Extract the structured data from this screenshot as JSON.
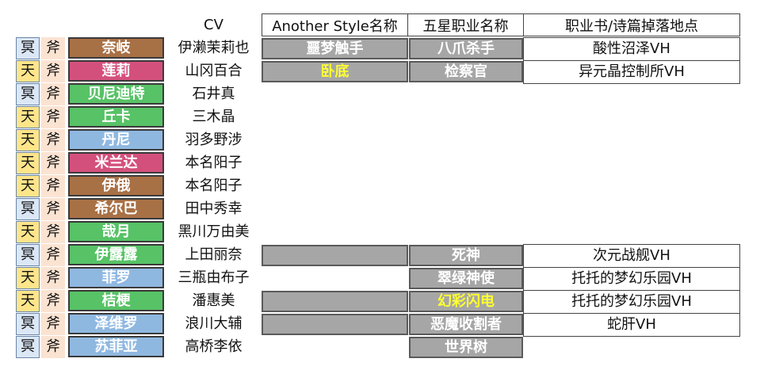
{
  "headers": {
    "cv": "CV",
    "another_style": "Another Style名称",
    "five_star_class": "五星职业名称",
    "drop_location": "职业书/诗篇掉落地点"
  },
  "colors": {
    "brown": "#a87045",
    "pink": "#d4507c",
    "green": "#57c266",
    "blue": "#8fb8e0",
    "gray_cell": "#a6a6a6",
    "highlight_text": "#ffff33"
  },
  "rows": [
    {
      "element": "冥",
      "element_type": "dark",
      "weapon": "斧",
      "name": "奈岐",
      "color": "brown",
      "cv": "伊濑茉莉也",
      "as_name": "噩梦触手",
      "as_yellow": false,
      "class_name": "八爪杀手",
      "class_yellow": false,
      "location": "酸性沼泽VH"
    },
    {
      "element": "天",
      "element_type": "sky",
      "weapon": "斧",
      "name": "莲莉",
      "color": "pink",
      "cv": "山冈百合",
      "as_name": "卧底",
      "as_yellow": true,
      "class_name": "检察官",
      "class_yellow": false,
      "location": "异元晶控制所VH"
    },
    {
      "element": "冥",
      "element_type": "dark",
      "weapon": "斧",
      "name": "贝尼迪特",
      "color": "green",
      "cv": "石井真"
    },
    {
      "element": "天",
      "element_type": "sky",
      "weapon": "斧",
      "name": "丘卡",
      "color": "green",
      "cv": "三木晶"
    },
    {
      "element": "天",
      "element_type": "sky",
      "weapon": "斧",
      "name": "丹尼",
      "color": "blue",
      "cv": "羽多野涉"
    },
    {
      "element": "天",
      "element_type": "sky",
      "weapon": "斧",
      "name": "米兰达",
      "color": "pink",
      "cv": "本名阳子"
    },
    {
      "element": "天",
      "element_type": "sky",
      "weapon": "斧",
      "name": "伊俄",
      "color": "brown",
      "cv": "本名阳子"
    },
    {
      "element": "冥",
      "element_type": "dark",
      "weapon": "斧",
      "name": "希尔巴",
      "color": "brown",
      "cv": "田中秀幸"
    },
    {
      "element": "天",
      "element_type": "sky",
      "weapon": "斧",
      "name": "哉月",
      "color": "green",
      "cv": "黑川万由美"
    },
    {
      "element": "冥",
      "element_type": "dark",
      "weapon": "斧",
      "name": "伊露露",
      "color": "green",
      "cv": "上田丽奈",
      "as_empty_gray": true,
      "class_name": "死神",
      "class_yellow": false,
      "location": "次元战舰VH"
    },
    {
      "element": "天",
      "element_type": "sky",
      "weapon": "斧",
      "name": "菲罗",
      "color": "blue",
      "cv": "三瓶由布子",
      "class_name": "翠绿神使",
      "class_yellow": false,
      "location": "托托的梦幻乐园VH"
    },
    {
      "element": "天",
      "element_type": "sky",
      "weapon": "斧",
      "name": "桔梗",
      "color": "green",
      "cv": "潘惠美",
      "as_empty_gray": true,
      "class_name": "幻彩闪电",
      "class_yellow": true,
      "location": "托托的梦幻乐园VH"
    },
    {
      "element": "冥",
      "element_type": "dark",
      "weapon": "斧",
      "name": "泽维罗",
      "color": "blue",
      "cv": "浪川大辅",
      "as_empty_gray": true,
      "class_name": "恶魔收割者",
      "class_yellow": false,
      "location": "蛇肝VH"
    },
    {
      "element": "冥",
      "element_type": "dark",
      "weapon": "斧",
      "name": "苏菲亚",
      "color": "blue",
      "cv": "高桥李依",
      "class_name": "世界树",
      "class_yellow": false
    }
  ]
}
